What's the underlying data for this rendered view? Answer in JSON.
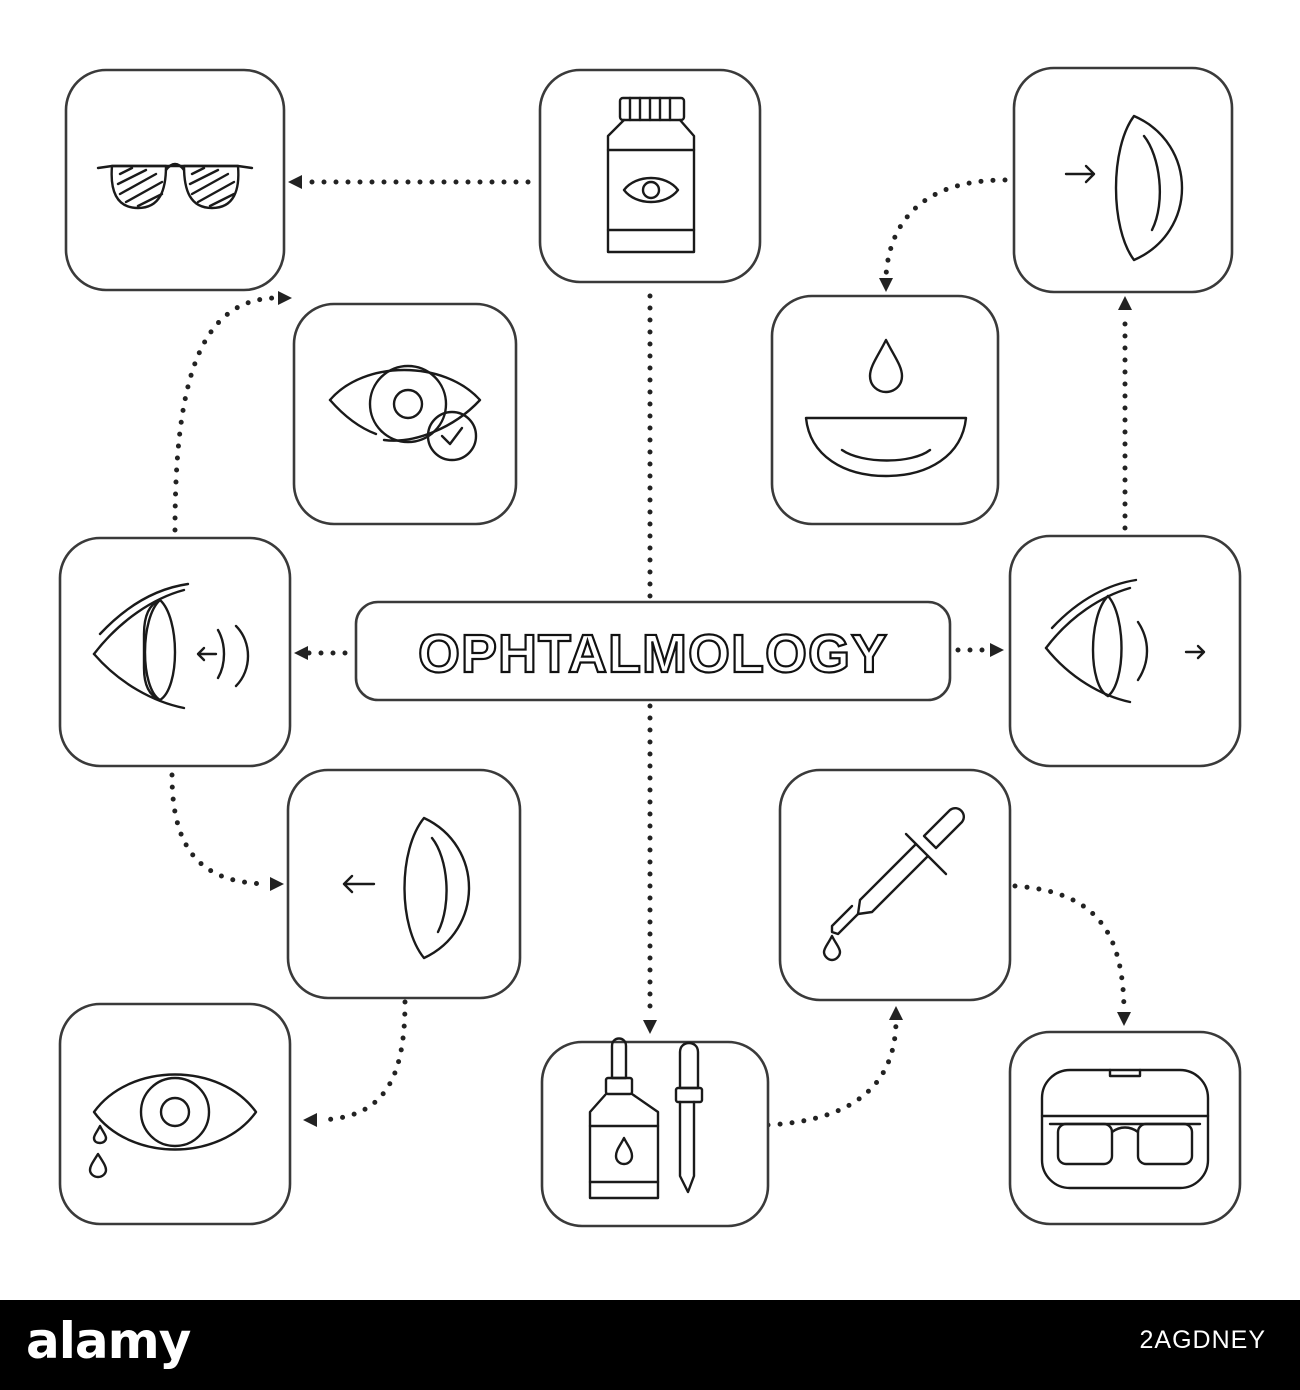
{
  "diagram": {
    "title": "OPHTALMOLOGY",
    "nodes": [
      {
        "id": "sunglasses",
        "icon": "pinhole-glasses-icon"
      },
      {
        "id": "eye-pills",
        "icon": "eye-medicine-bottle-icon"
      },
      {
        "id": "lens-insert",
        "icon": "contact-lens-insert-icon"
      },
      {
        "id": "eye-check",
        "icon": "eye-exam-check-icon"
      },
      {
        "id": "lens-solution",
        "icon": "lens-drop-solution-icon"
      },
      {
        "id": "eye-lens-left",
        "icon": "eye-contact-lens-removal-icon"
      },
      {
        "id": "eye-lens-right",
        "icon": "eye-contact-lens-put-icon"
      },
      {
        "id": "lens-remove",
        "icon": "contact-lens-remove-icon"
      },
      {
        "id": "dropper",
        "icon": "pipette-dropper-icon"
      },
      {
        "id": "tearing-eye",
        "icon": "tearing-eye-icon"
      },
      {
        "id": "eye-drops",
        "icon": "eye-drops-pipette-icon"
      },
      {
        "id": "glasses-case",
        "icon": "glasses-case-icon"
      }
    ]
  },
  "footer": {
    "brand": "alamy",
    "image_id": "2AGDNEY"
  }
}
